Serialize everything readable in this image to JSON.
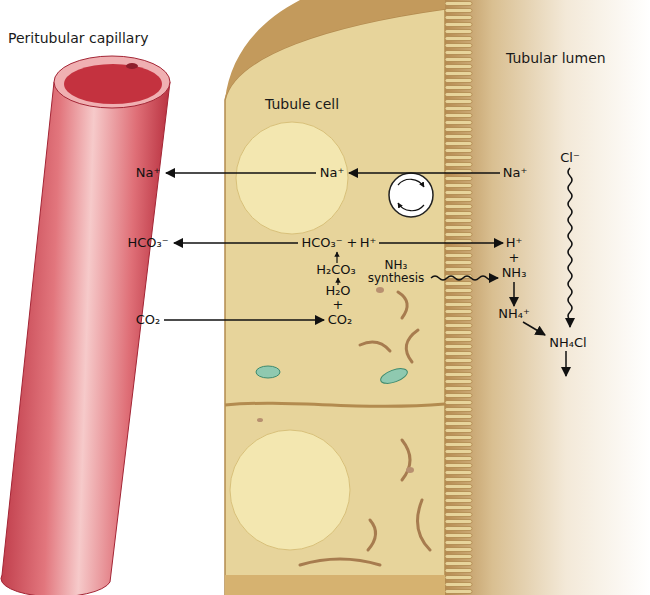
{
  "diagram": {
    "nodes": [
      {
        "text": [
          "Peritubular capillary"
        ]
      },
      {
        "text": [
          "Tubule cell"
        ]
      },
      {
        "text": [
          "Tubular lumen"
        ]
      }
    ],
    "labels": [
      "Na⁺",
      "Na⁺",
      "Na⁺",
      "Cl⁻",
      "HCO₃⁻",
      "HCO₃⁻",
      "+",
      "H⁺",
      "H⁺",
      "+",
      "H₂CO₃",
      "NH₃ synthesis",
      "NH₃",
      "H₂O",
      "+",
      "CO₂",
      "CO₂",
      "NH₄⁺",
      "NH₄Cl"
    ]
  }
}
